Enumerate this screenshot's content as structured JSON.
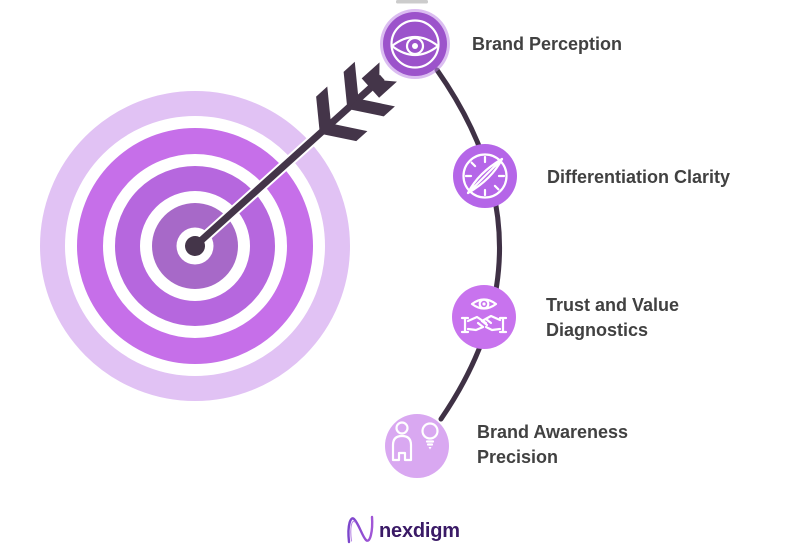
{
  "meta": {
    "kind": "infographic-diagram",
    "background": "#ffffff",
    "text_color": "#414141"
  },
  "artifact_bar": {
    "color": "#cccccc"
  },
  "target_graphic": {
    "name": "bullseye-target-with-arrow",
    "ring_colors": {
      "outer": "#e1c2f4",
      "second": "#c66fe9",
      "third": "#b667de",
      "inner_disc": "#a769c8"
    },
    "arrow_color": "#443549"
  },
  "connector": {
    "color": "#3f3145"
  },
  "steps": [
    {
      "icon": "eye-icon",
      "circle_color": "#9c53cb",
      "lines": [
        "Brand Perception"
      ]
    },
    {
      "icon": "compass-icon",
      "circle_color": "#b566e8",
      "lines": [
        "Differentiation Clarity"
      ]
    },
    {
      "icon": "trust-eye-handshake-icon",
      "circle_color": "#c873ee",
      "lines": [
        "Trust and Value",
        "Diagnostics"
      ]
    },
    {
      "icon": "person-lightbulb-icon",
      "circle_color": "#d9a8f1",
      "lines": [
        "Brand Awareness",
        "Precision"
      ]
    }
  ],
  "footer": {
    "logo_text": "nexdigm",
    "logo_text_color": "#3a1a66",
    "logo_mark": "nexdigm-wave-n-icon",
    "logo_mark_gradient": [
      "#7b45cc",
      "#a156d6"
    ]
  }
}
